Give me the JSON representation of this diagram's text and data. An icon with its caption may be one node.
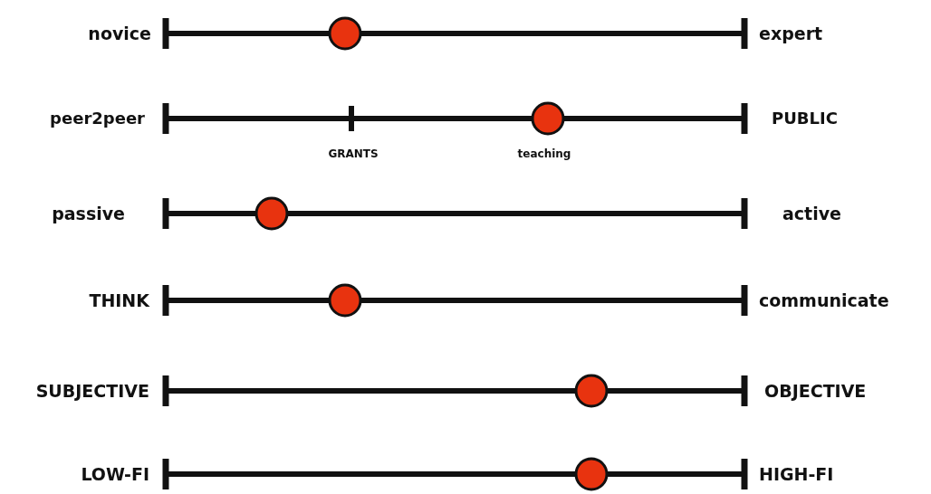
{
  "diagram": {
    "labels": [
      "novice",
      "expert",
      "peer2peer",
      "PUBLIC",
      "GRANTS",
      "teaching",
      "passive",
      "active",
      "THINK",
      "communicate",
      "SUBJECTIVE",
      "OBJECTIVE",
      "LOW-FI",
      "HIGH-FI"
    ]
  }
}
